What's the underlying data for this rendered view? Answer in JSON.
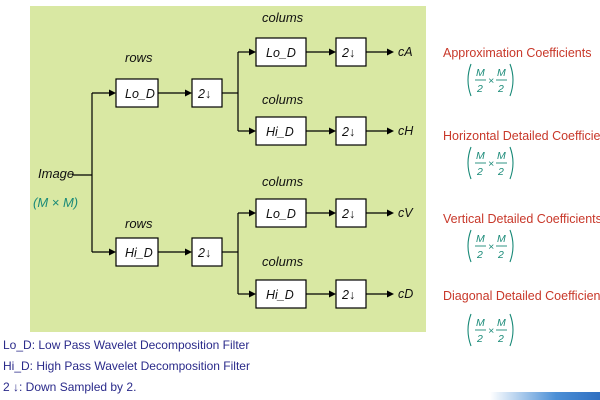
{
  "diagram": {
    "input": {
      "label": "Image",
      "size": "(M × M)"
    },
    "stage1": [
      {
        "id": "rows_lo",
        "caption": "rows",
        "filter": "Lo_D",
        "down": "2↓"
      },
      {
        "id": "rows_hi",
        "caption": "rows",
        "filter": "Hi_D",
        "down": "2↓"
      }
    ],
    "stage2": [
      {
        "caption": "colums",
        "filter": "Lo_D",
        "down": "2↓",
        "output": "cA"
      },
      {
        "caption": "colums",
        "filter": "Hi_D",
        "down": "2↓",
        "output": "cH"
      },
      {
        "caption": "colums",
        "filter": "Lo_D",
        "down": "2↓",
        "output": "cV"
      },
      {
        "caption": "colums",
        "filter": "Hi_D",
        "down": "2↓",
        "output": "cD"
      }
    ]
  },
  "coefficients": [
    {
      "title": "Approximation Coefficients",
      "num": "M",
      "den": "2",
      "times": "×"
    },
    {
      "title": "Horizontal Detailed Coefficients",
      "num": "M",
      "den": "2",
      "times": "×"
    },
    {
      "title": "Vertical Detailed Coefficients",
      "num": "M",
      "den": "2",
      "times": "×"
    },
    {
      "title": "Diagonal Detailed Coefficients",
      "num": "M",
      "den": "2",
      "times": "×"
    }
  ],
  "legend": [
    "Lo_D: Low Pass Wavelet Decomposition Filter",
    "Hi_D: High Pass Wavelet Decomposition Filter",
    "2 ↓: Down Sampled by 2."
  ],
  "colors": {
    "panel": "#d9e8a3",
    "coef_title": "#c8382a",
    "formula": "#1a8a78",
    "legend_text": "#2a2a8a"
  }
}
